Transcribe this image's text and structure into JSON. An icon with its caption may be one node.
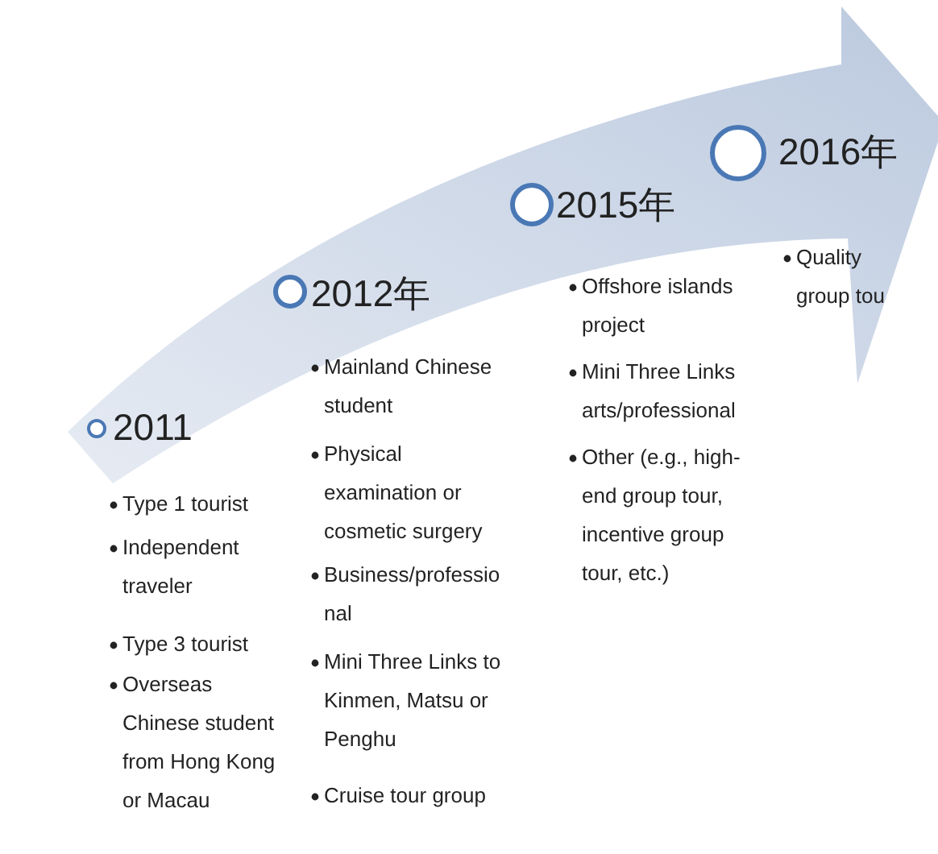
{
  "diagram": {
    "nodes": [
      {
        "text": [],
        "shape": "circle",
        "beside": [
          "2011"
        ]
      },
      {
        "text": [],
        "shape": "circle",
        "beside": [
          "2012年"
        ]
      },
      {
        "text": [],
        "shape": "circle",
        "beside": [
          "2015年"
        ]
      },
      {
        "text": [],
        "shape": "circle",
        "beside": [
          "2016年"
        ]
      }
    ],
    "labels": [
      "Type 1 tourist",
      "Independent traveler",
      "Type 3 tourist",
      "Overseas Chinese student from Hong Kong or Macau",
      "Mainland Chinese student",
      "Physical examination or cosmetic surgery",
      "Business/professio nal",
      "Mini Three Links to Kinmen, Matsu or Penghu",
      "Cruise tour group",
      "Offshore islands project",
      "Mini Three Links arts/professional",
      "Other (e.g., high-end group tour, incentive group tour, etc.)",
      "Quality group tou"
    ]
  }
}
